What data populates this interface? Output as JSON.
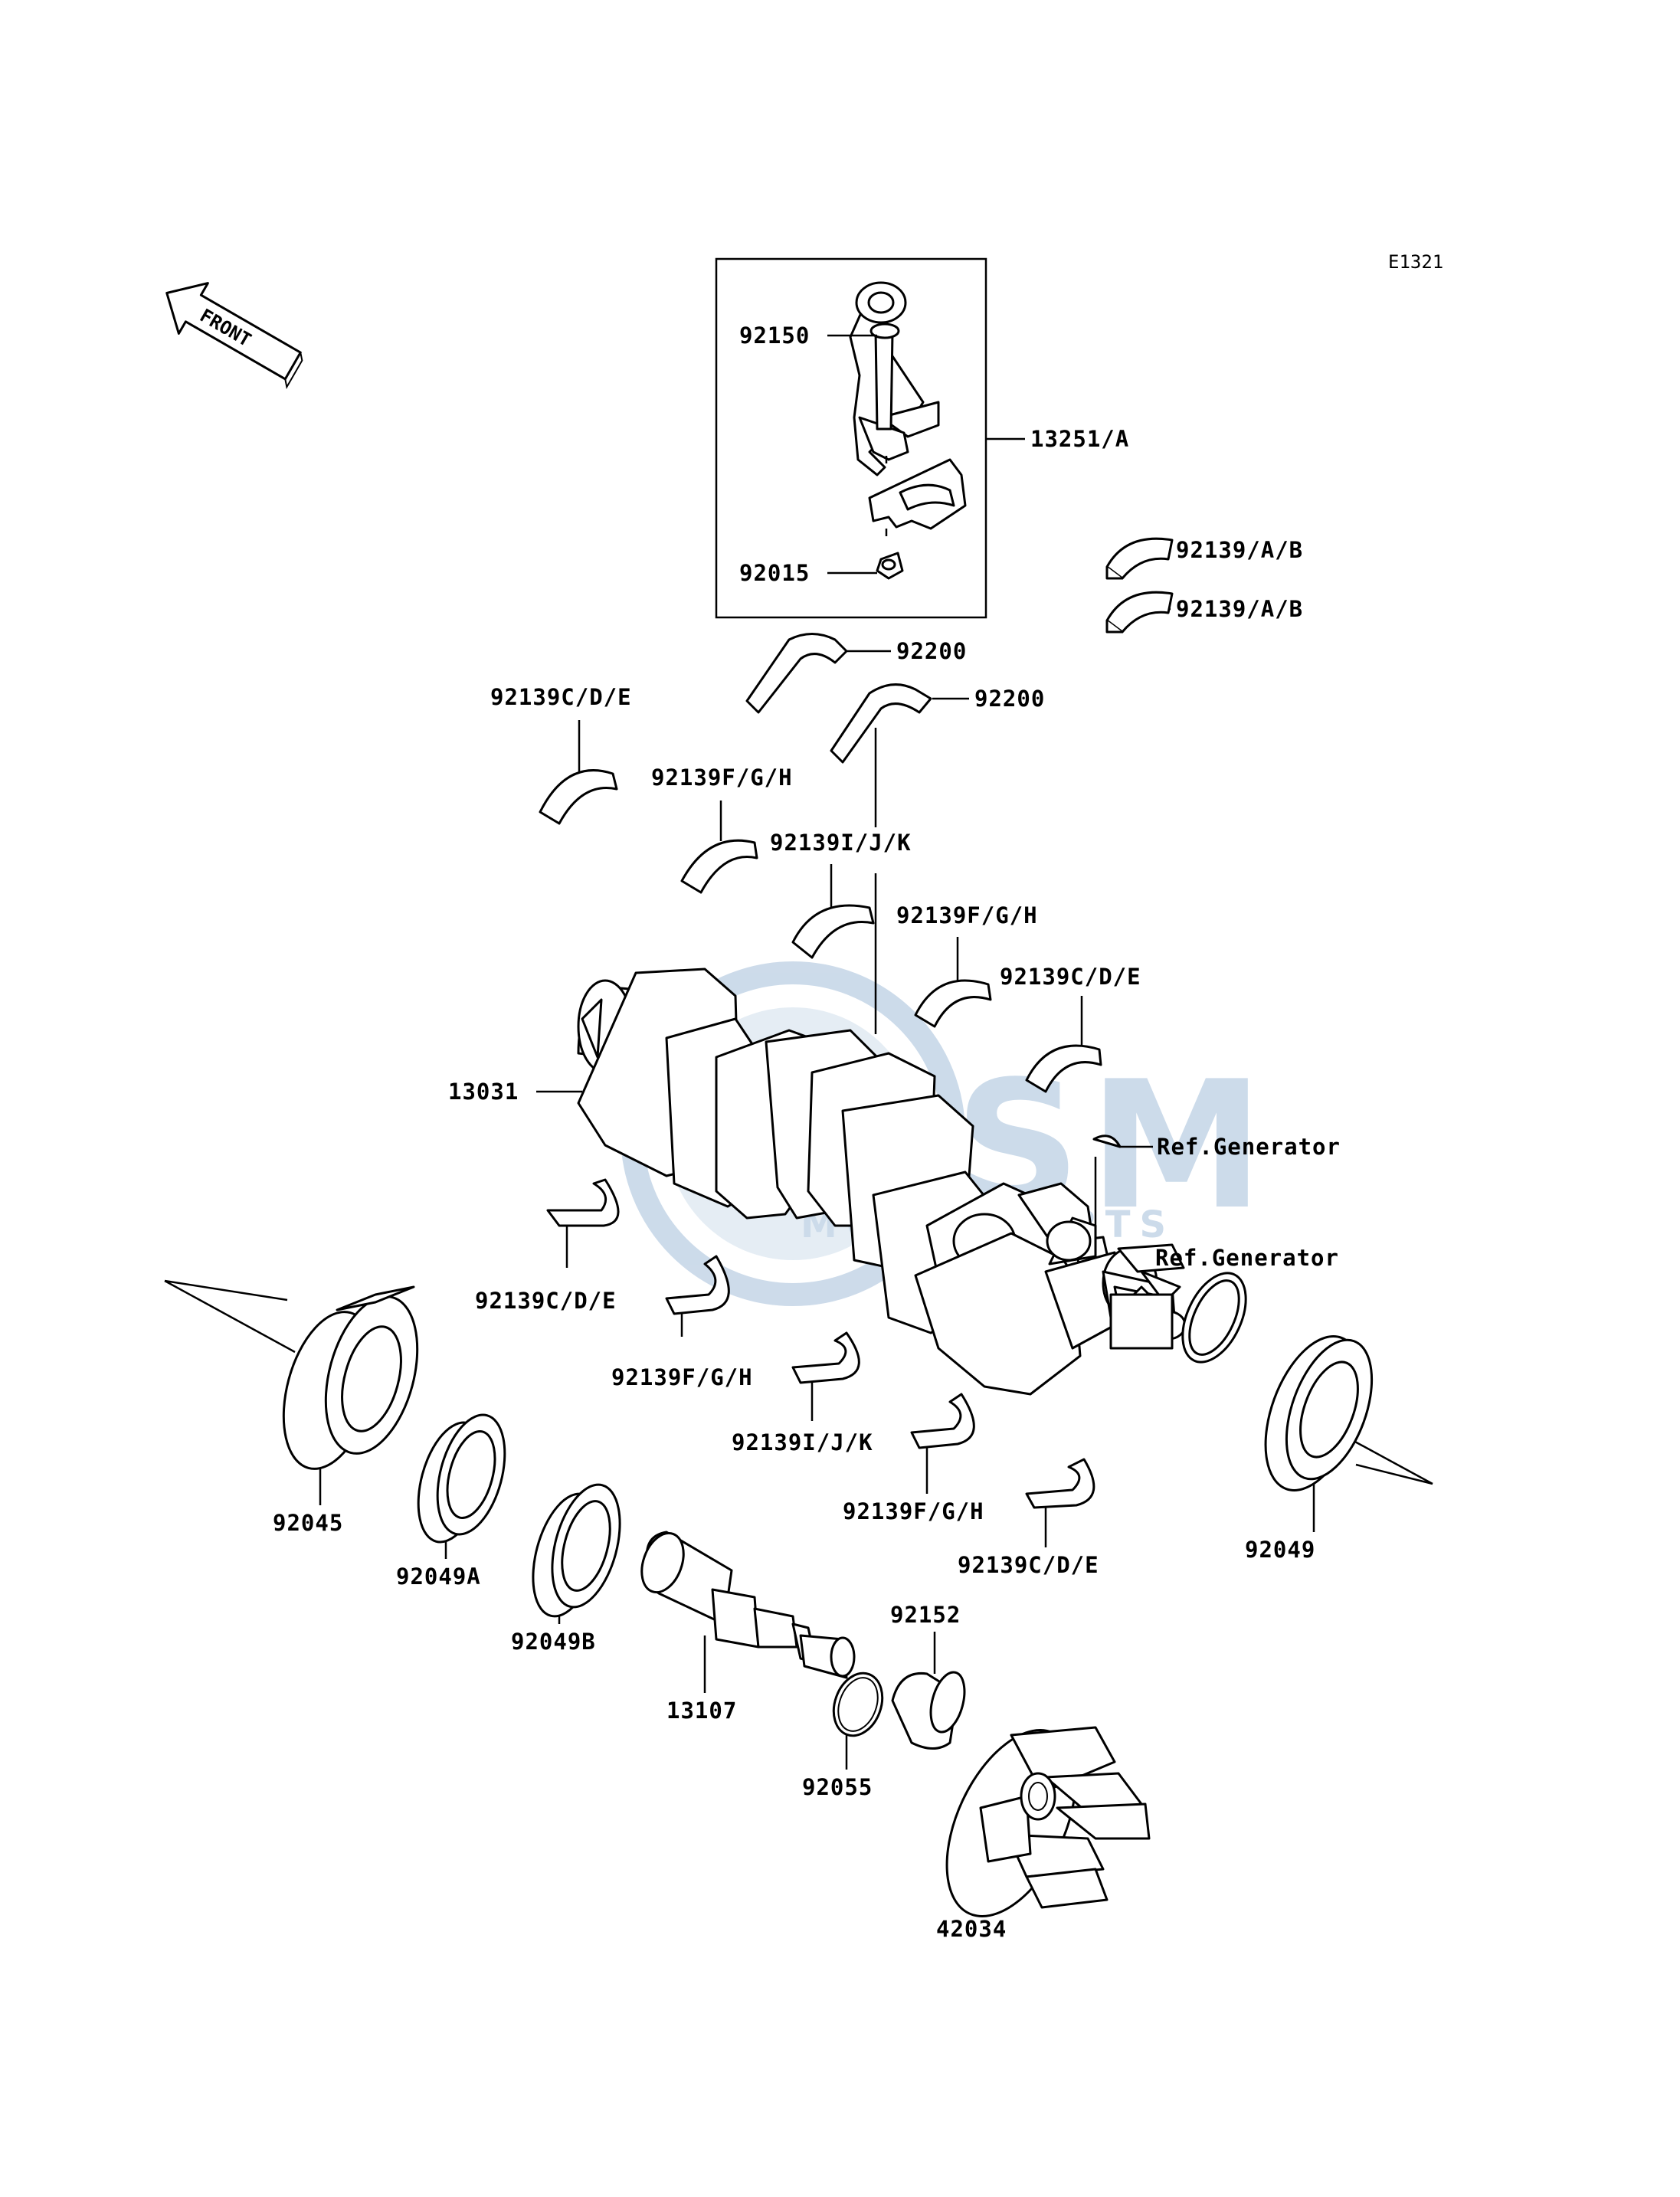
{
  "diagram_code": "E1321",
  "front_label": "FRONT",
  "watermark": {
    "brand": "OSM",
    "tagline": "MOTORPARTS",
    "color": "#4a7fb5"
  },
  "parts": {
    "p92150": "92150",
    "p13251A": "13251/A",
    "p92015": "92015",
    "p92139AB_1": "92139/A/B",
    "p92139AB_2": "92139/A/B",
    "p92200_1": "92200",
    "p92200_2": "92200",
    "p92139CDE_top_left": "92139C/D/E",
    "p92139FGH_top_1": "92139F/G/H",
    "p92139IJK_top": "92139I/J/K",
    "p92139FGH_top_2": "92139F/G/H",
    "p92139CDE_top_right": "92139C/D/E",
    "p13031": "13031",
    "ref_generator_1": "Ref.Generator",
    "ref_generator_2": "Ref.Generator",
    "p92139CDE_bottom_left": "92139C/D/E",
    "p92139FGH_bottom_1": "92139F/G/H",
    "p92139IJK_bottom": "92139I/J/K",
    "p92139FGH_bottom_2": "92139F/G/H",
    "p92139CDE_bottom_right": "92139C/D/E",
    "p92045": "92045",
    "p92049A": "92049A",
    "p92049B": "92049B",
    "p13107": "13107",
    "p92152": "92152",
    "p92055": "92055",
    "p42034": "42034",
    "p92049": "92049"
  }
}
